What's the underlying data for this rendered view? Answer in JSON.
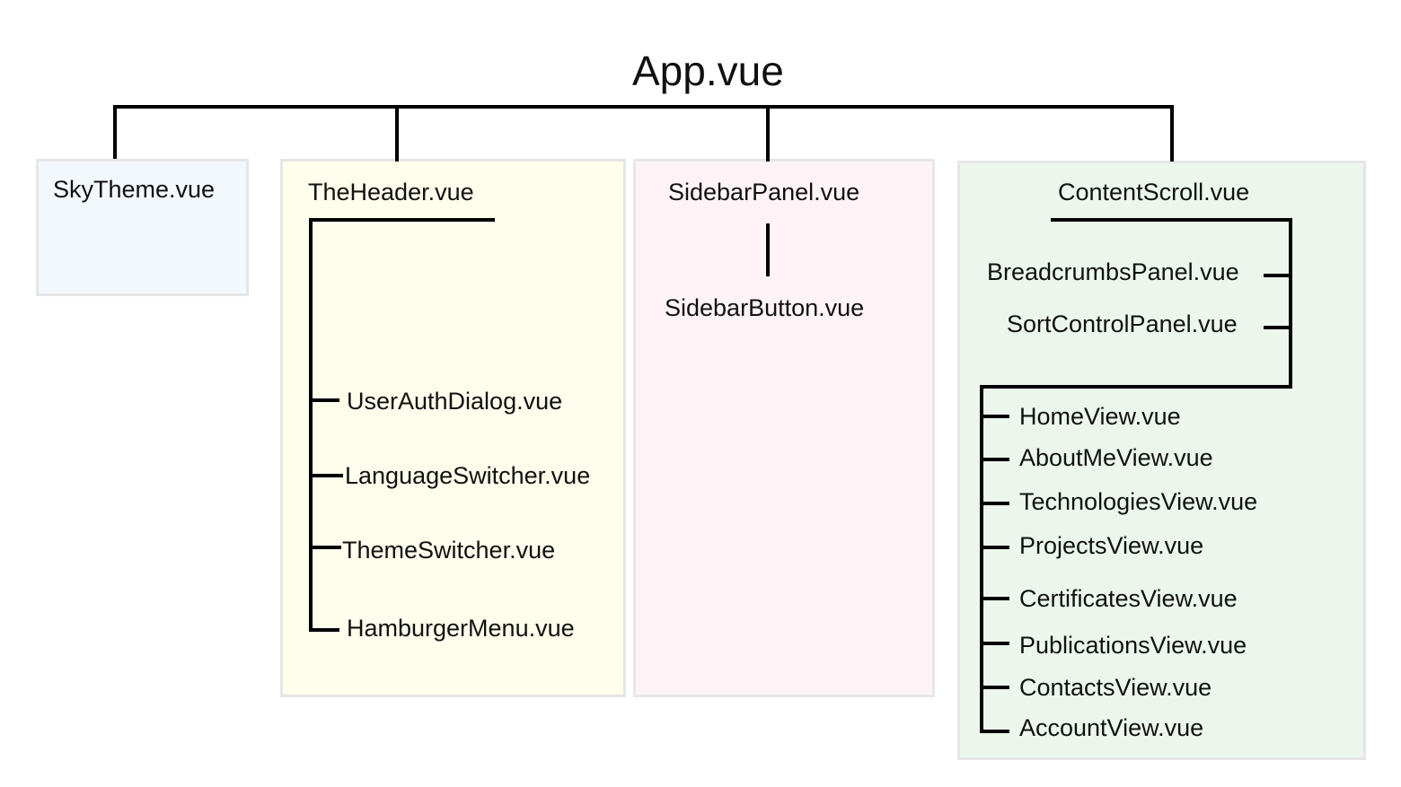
{
  "root": "App.vue",
  "colors": {
    "line": "#000000",
    "box_border": "#e6e6e6",
    "sky_fill": "#f3f8fd",
    "header_fill": "#fdfeec",
    "sidebar_fill": "#fff3f7",
    "content_fill": "#ecf6ec"
  },
  "sky": {
    "title": "SkyTheme.vue"
  },
  "header": {
    "title": "TheHeader.vue",
    "children": [
      "UserAuthDialog.vue",
      "LanguageSwitcher.vue",
      "ThemeSwitcher.vue",
      "HamburgerMenu.vue"
    ]
  },
  "sidebar": {
    "title": "SidebarPanel.vue",
    "child": "SidebarButton.vue"
  },
  "content": {
    "title": "ContentScroll.vue",
    "panels": [
      "BreadcrumbsPanel.vue",
      "SortControlPanel.vue"
    ],
    "views": [
      "HomeView.vue",
      "AboutMeView.vue",
      "TechnologiesView.vue",
      "ProjectsView.vue",
      "CertificatesView.vue",
      "PublicationsView.vue",
      "ContactsView.vue",
      "AccountView.vue"
    ]
  }
}
